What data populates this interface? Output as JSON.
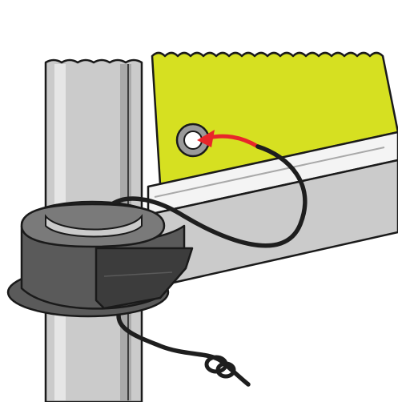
{
  "illustration": {
    "subject": "banner-grommet-tie-clip",
    "colors": {
      "banner": "#d6e021",
      "banner_outline": "#1a1a1a",
      "pole": "#cbcbcb",
      "pole_highlight": "#e6e6e6",
      "pole_shadow": "#a9a9a9",
      "clip": "#5a5a5a",
      "clip_dark": "#3c3c3c",
      "clip_light": "#7a7a7a",
      "cord": "#1e1e1e",
      "arrow": "#e8262a",
      "grommet": "#9a9a9a",
      "background": "#ffffff"
    },
    "parts": [
      "vertical-pole",
      "horizontal-crossbar",
      "banner",
      "grommet",
      "insert-arrow",
      "bungee-cord",
      "pole-clip",
      "cord-knot"
    ]
  }
}
